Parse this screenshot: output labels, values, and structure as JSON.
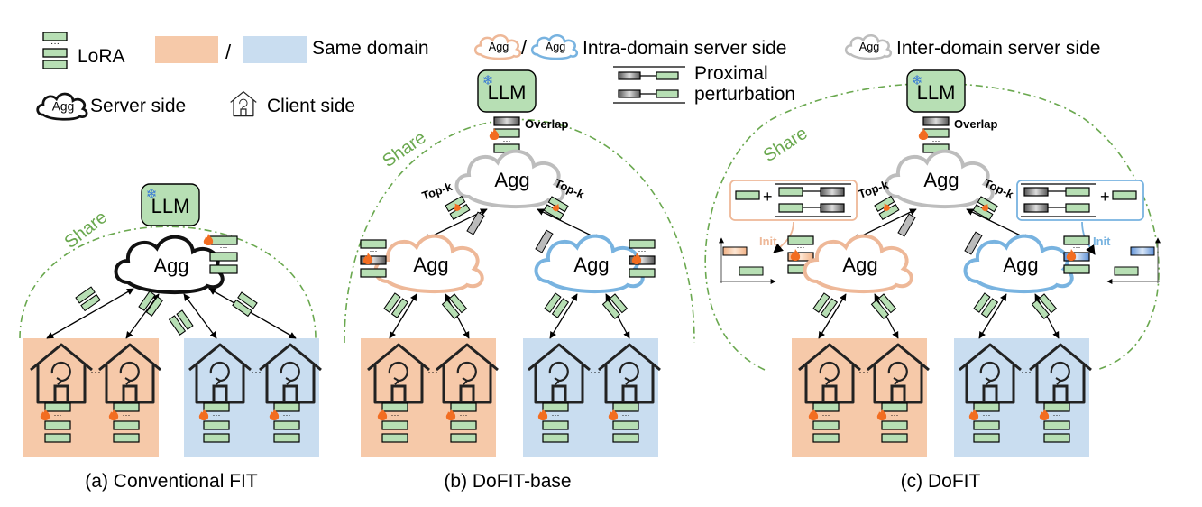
{
  "legend": {
    "lora": "LoRA",
    "slash": "/",
    "same_domain": "Same domain",
    "intra_domain": "Intra-domain server side",
    "inter_domain": "Inter-domain server side",
    "proximal_line1": "Proximal",
    "proximal_line2": "perturbation",
    "server_side": "Server side",
    "client_side": "Client side",
    "agg": "Agg",
    "separator": "/"
  },
  "labels": {
    "llm": "LLM",
    "agg": "Agg",
    "share": "Share",
    "overlap": "Overlap",
    "topk": "Top-k",
    "init": "Init",
    "plus": "+",
    "dots": "···"
  },
  "captions": {
    "a": "(a) Conventional FIT",
    "b": "(b) DoFIT-base",
    "c": "(c) DoFIT"
  },
  "colors": {
    "lora_fill": "#b7dfb4",
    "orange_domain": "#f6c9a9",
    "blue_domain": "#c9ddf0",
    "orange_cloud": "#eeb898",
    "blue_cloud": "#78b3e0",
    "gray_cloud": "#bdbdbd",
    "share_line": "#6aa84f",
    "fire": "#f26d21"
  }
}
